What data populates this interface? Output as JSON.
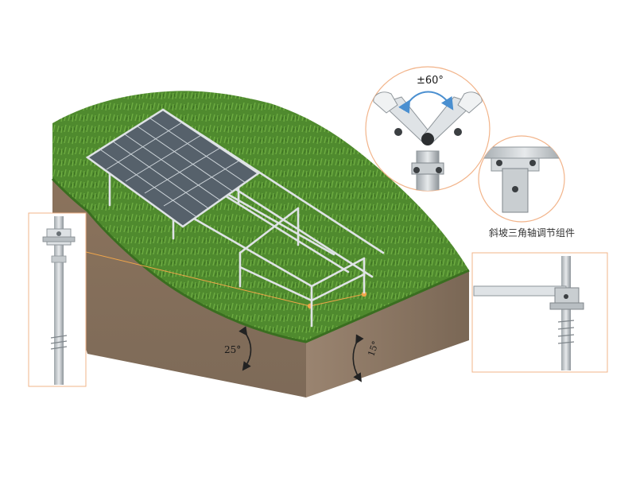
{
  "labels": {
    "rotation_range": "±60°",
    "slope_left": "25°",
    "slope_right": "15°",
    "assembly_caption": "斜坡三角轴调节组件"
  },
  "colors": {
    "grass": "#4f8a2e",
    "soil": "#8a7560",
    "panel": "#4a5560",
    "frame": "#d9dde0",
    "accent": "#f0a64a",
    "callout_border": "#f2b48a",
    "angle_arrow": "#4a8fd0"
  },
  "icons": {
    "detail_left": "pile-post-icon",
    "detail_top_right": "tilt-joint-icon",
    "detail_mid_right": "bracket-clamp-icon",
    "detail_bottom_right": "post-connector-icon"
  }
}
